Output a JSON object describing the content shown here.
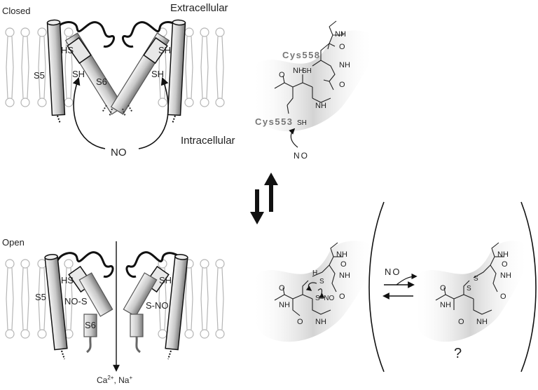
{
  "panels": {
    "closed": {
      "state_label": "Closed",
      "extracellular_label": "Extracellular",
      "intracellular_label": "Intracellular",
      "s5_label": "S5",
      "s6_label": "S6",
      "sh_left": "SH",
      "sh_right": "SH",
      "hs_left": "HS",
      "sh_top_right": "SH",
      "no_label": "NO"
    },
    "open": {
      "state_label": "Open",
      "s5_label": "S5",
      "s6_label": "S6",
      "hs_left": "HS",
      "sh_top_right": "SH",
      "nos_left": "NO-S",
      "sno_right": "S-NO",
      "ion_label_base": "Ca",
      "ion_sup1": "2+",
      "ion_mid": ", Na",
      "ion_sup2": "+"
    }
  },
  "chemistry_top": {
    "cys558": "Cys558",
    "cys553": "Cys553",
    "nh_top": "NH",
    "o_top": "O",
    "sh_558": "SH",
    "nh_558": "NH",
    "o_558": "O",
    "nh_553": "NH",
    "o_553": "O",
    "nh_553b": "NH",
    "sh_553": "SH",
    "no": "NO"
  },
  "chemistry_bottom_left": {
    "nh_top": "NH",
    "o_top": "O",
    "h": "H",
    "s_top": "S",
    "nh_mid": "NH",
    "o_mid": "O",
    "sno": "S–NO",
    "nh_left": "NH",
    "o_left": "O",
    "o_bot": "O",
    "nh_bot": "NH"
  },
  "chemistry_bottom_right": {
    "nh_top": "NH",
    "o_top": "O",
    "s1": "S",
    "s2": "S",
    "nh_mid": "NH",
    "o_mid": "O",
    "nh_left": "NH",
    "o_left": "O",
    "o_bot": "O",
    "nh_bot": "NH",
    "question": "?"
  },
  "equilibrium_label": "NO",
  "colors": {
    "helix_light": "#e6e6e6",
    "helix_dark": "#8c8c8c",
    "lipid": "#b5b5b5",
    "shade": "#d9d9d9",
    "ink": "#222222"
  }
}
